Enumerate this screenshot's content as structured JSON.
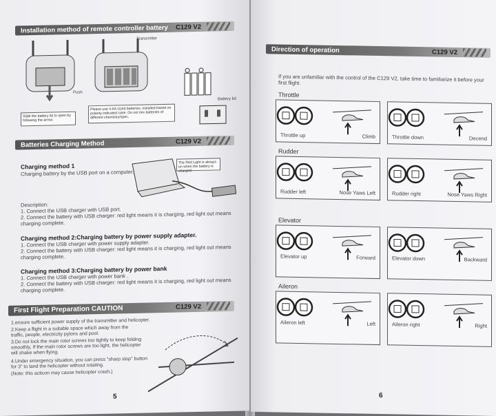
{
  "left": {
    "sec1": {
      "title": "Installation method of remote controller battery",
      "model": "C129 V2"
    },
    "diagram1": {
      "transmitter": "Transmitter",
      "push": "Push",
      "battery_lid": "Battery lid",
      "slide_note": "Slide the battery lid to open by following the arrow.",
      "aa_note": "Please use 4 AA sized batteries, installed based on polarity indicated case. Do not mix batteries of different chemistry/spec."
    },
    "sec2": {
      "title": "Batteries Charging Method",
      "model": "C129 V2"
    },
    "m1_title": "Charging method 1",
    "m1_text": "Charging battery by the USB port on a computer.",
    "red_light_note": "The Red Light is always on when the battery is charged",
    "desc_title": "Description:",
    "desc1": "1. Connect the USB charger with USB port.",
    "desc2": "2. Connect the battery with USB charger: red light means it is charging, red light out means charging complete.",
    "m2_title": "Charging method 2:Charging battery by power supply adapter.",
    "m2_1": "1. Connect the USB charger with power supply adapter.",
    "m2_2": "2. Connect the battery with USB charger: red light means it is charging, red light out means charging complete.",
    "m3_title": "Charging method 3:Charging battery by power bank",
    "m3_1": "1. Connect the USB charger with power bank .",
    "m3_2": "2. Connect the battery with USB charger: red light means it is charging, red light out means charging complete.",
    "sec3": {
      "title": "First Flight Preparation CAUTION",
      "model": "C129 V2"
    },
    "caution1": "1.ensure sufficient power supply of the transmitter and helicopter.",
    "caution2": "2.Keep a flight in a suitable space which away from the traffic, people, electricity pylons and pool.",
    "caution3": "3.Do not lock the main rotor screws too tightly to keep folding smoothly, If the main rotor screws are too light, the helicopter will shake when flying.",
    "caution4": "4.Under emergency situation, you can press \"sharp stop\" button for 3\" to land the helicopter without rotating.",
    "caution_note": "(Note: this acticon may cause helicopter crash.)",
    "page_number": "5"
  },
  "right": {
    "sec": {
      "title": "Direction of operation",
      "model": "C129 V2"
    },
    "intro": "If you are unfamiliar with the control of the C129 V2, take time to familiarize it before your first flight.",
    "groups": [
      {
        "name": "Throttle",
        "a_ctrl": "Throttle up",
        "a_move": "Climb",
        "b_ctrl": "Throttle down",
        "b_move": "Decend"
      },
      {
        "name": "Rudder",
        "a_ctrl": "Rudder left",
        "a_move": "Nose Yaws Left",
        "b_ctrl": "Rudder right",
        "b_move": "Nose Yaws Right"
      },
      {
        "name": "Elevator",
        "a_ctrl": "Elevator up",
        "a_move": "Forward",
        "b_ctrl": "Elevator down",
        "b_move": "Backward"
      },
      {
        "name": "Aileron",
        "a_ctrl": "Aileron left",
        "a_move": "Left",
        "b_ctrl": "Aileron right",
        "b_move": "Right"
      }
    ],
    "page_number": "6"
  }
}
